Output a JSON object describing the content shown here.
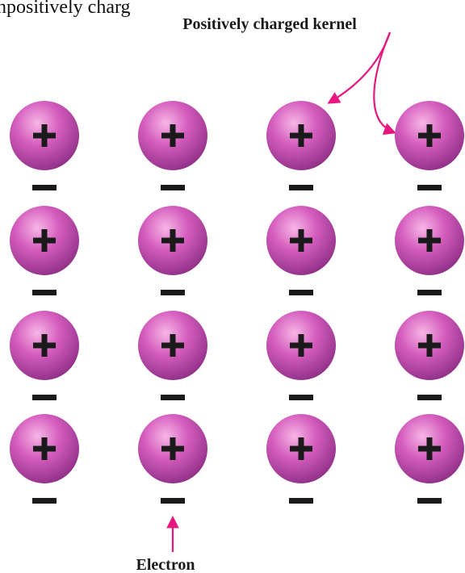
{
  "caption_fragment": "npositively charg",
  "label_kernel": "Positively charged kernel",
  "label_electron": "Electron",
  "kernel_symbol": "+",
  "electron_symbol": "−",
  "grid": {
    "rows": 4,
    "columns": 4
  },
  "colors": {
    "kernel_highlight": "#f7b6e6",
    "kernel_mid": "#d45cbd",
    "kernel_edge": "#8e2f86",
    "symbol": "#1a1a1a",
    "arrow": "#e6177f"
  }
}
